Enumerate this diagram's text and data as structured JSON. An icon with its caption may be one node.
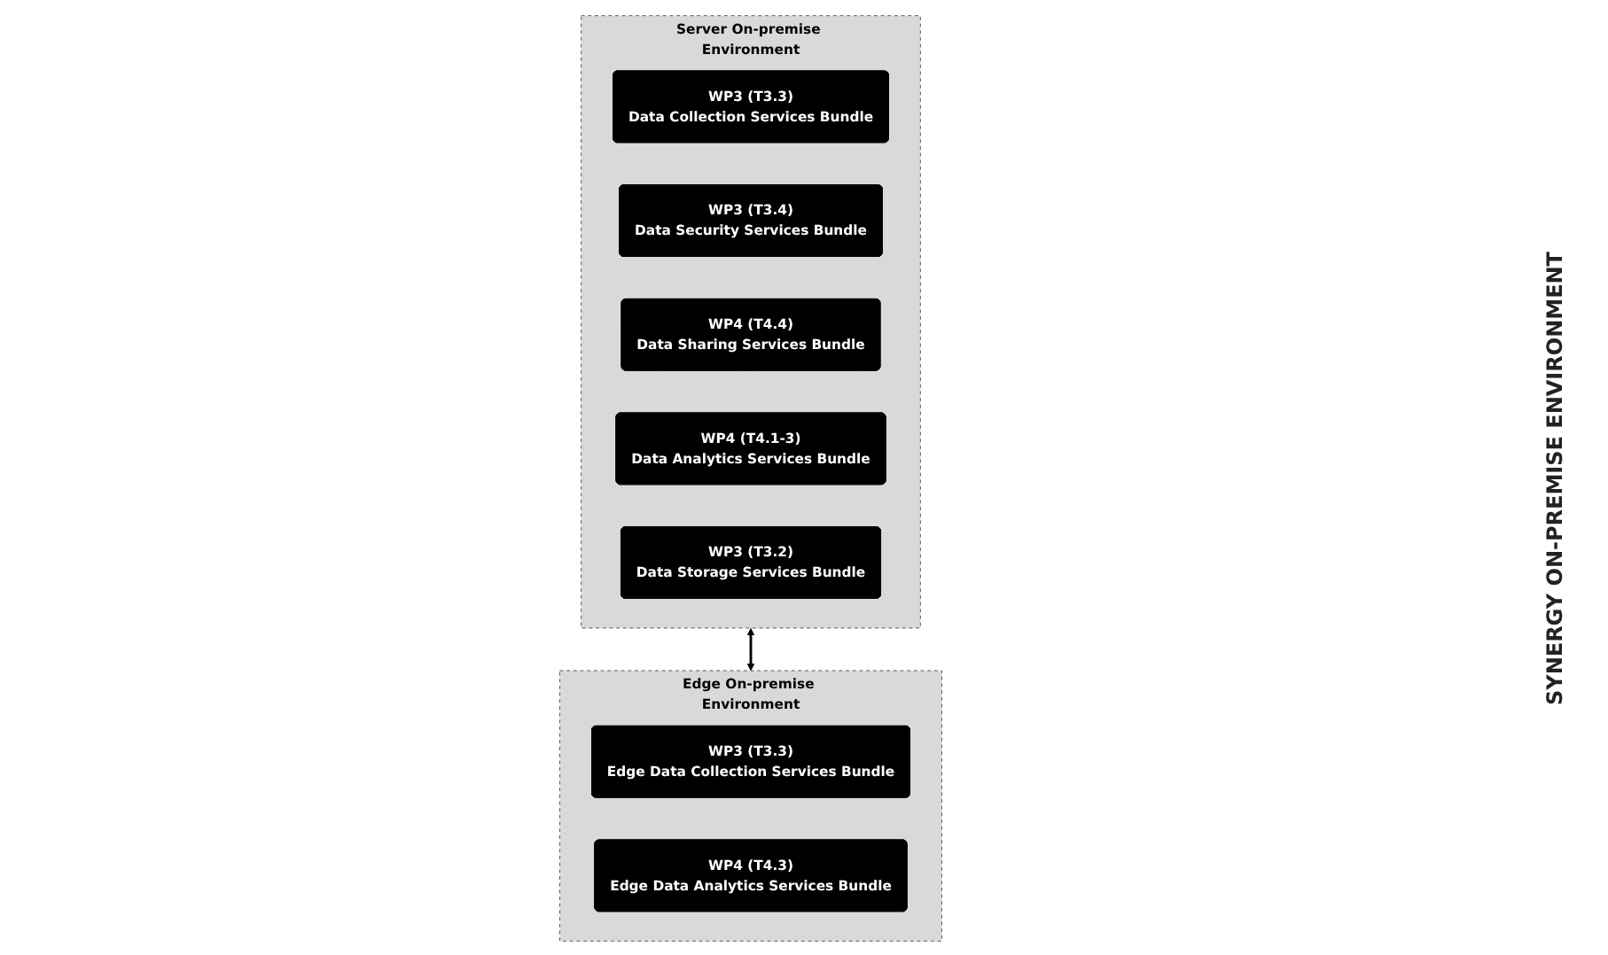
{
  "diagram": {
    "nodes": [
      {
        "text": [
          "Server On-premise Environment"
        ]
      },
      {
        "text": [
          "WP3 (T3.3)",
          "Data Collection Services Bundle"
        ],
        "in": 0
      },
      {
        "text": [
          "WP3 (T3.4)",
          "Data Security Services Bundle"
        ],
        "in": 0
      },
      {
        "text": [
          "WP4 (T4.4)",
          "Data Sharing Services Bundle"
        ],
        "in": 0
      },
      {
        "text": [
          "WP4 (T4.1-3)",
          "Data Analytics Services Bundle"
        ],
        "in": 0
      },
      {
        "text": [
          "WP3 (T3.2)",
          "Data Storage Services Bundle"
        ],
        "in": 0
      },
      {
        "text": [
          "Edge On-premise Environment"
        ]
      },
      {
        "text": [
          "WP3 (T3.3)",
          "Edge Data Collection Services Bundle"
        ],
        "in": 6
      },
      {
        "text": [
          "WP4 (T4.3)",
          "Edge Data Analytics Services Bundle"
        ],
        "in": 6
      }
    ],
    "edges": [
      {
        "from": 0,
        "to": 6,
        "arrow": "both"
      }
    ],
    "labels": [
      "SYNERGY ON-PREMISE ENVIRONMENT"
    ]
  }
}
